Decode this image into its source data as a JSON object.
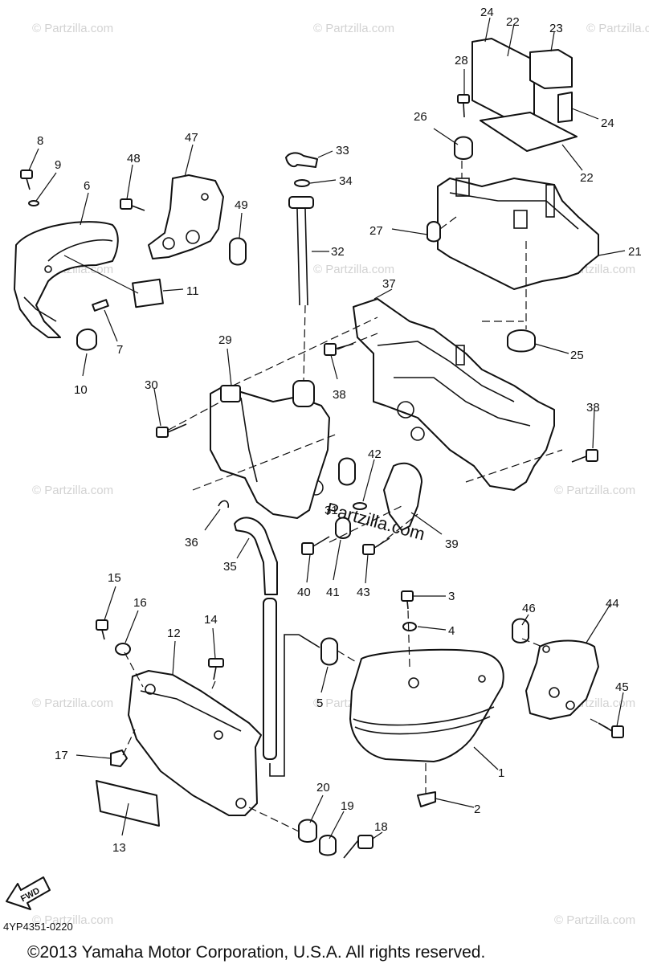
{
  "diagram": {
    "watermark_text": "© Partzilla.com",
    "watermark_center_text": "Partzilla.com",
    "forward_arrow_label": "FWD",
    "diagram_code": "4YP4351-0220",
    "copyright": "©2013  Yamaha Motor Corporation, U.S.A. All rights reserved."
  },
  "callouts": {
    "n1": "1",
    "n2": "2",
    "n3": "3",
    "n4": "4",
    "n5": "5",
    "n6": "6",
    "n7": "7",
    "n8": "8",
    "n9": "9",
    "n10": "10",
    "n11": "11",
    "n12": "12",
    "n13": "13",
    "n14": "14",
    "n15": "15",
    "n16": "16",
    "n17": "17",
    "n18": "18",
    "n19": "19",
    "n20": "20",
    "n21": "21",
    "n22a": "22",
    "n22b": "22",
    "n23": "23",
    "n24a": "24",
    "n24b": "24",
    "n25": "25",
    "n26": "26",
    "n27": "27",
    "n28": "28",
    "n29": "29",
    "n30": "30",
    "n31": "31",
    "n32": "32",
    "n33": "33",
    "n34": "34",
    "n35": "35",
    "n36": "36",
    "n37": "37",
    "n38a": "38",
    "n38b": "38",
    "n39": "39",
    "n40": "40",
    "n41": "41",
    "n42": "42",
    "n43": "43",
    "n44": "44",
    "n45": "45",
    "n46": "46",
    "n47": "47",
    "n48": "48",
    "n49": "49"
  }
}
